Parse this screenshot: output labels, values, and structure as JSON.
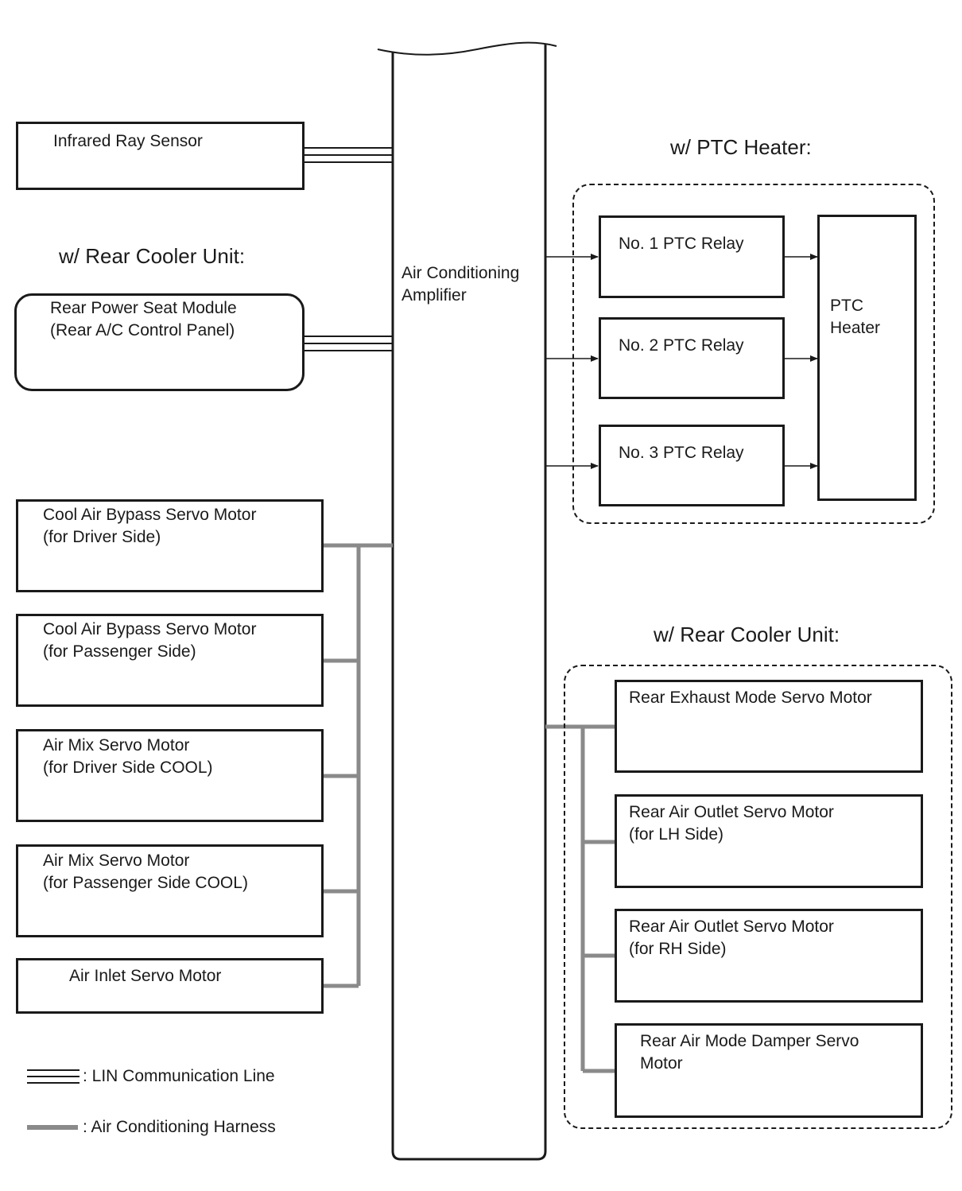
{
  "amplifier": {
    "label": "Air Conditioning\nAmplifier"
  },
  "left": {
    "infrared_sensor": "Infrared Ray Sensor",
    "rear_cooler_heading": "w/ Rear Cooler Unit:",
    "rear_power_seat": "Rear Power Seat Module\n(Rear A/C Control Panel)",
    "servos": [
      {
        "label": "Cool Air Bypass Servo Motor\n(for Driver Side)"
      },
      {
        "label": "Cool Air Bypass Servo Motor\n(for Passenger Side)"
      },
      {
        "label": "Air Mix Servo Motor\n(for Driver Side COOL)"
      },
      {
        "label": "Air Mix Servo Motor\n(for Passenger Side COOL)"
      },
      {
        "label": "Air Inlet Servo Motor"
      }
    ]
  },
  "ptc": {
    "heading": "w/ PTC Heater:",
    "relays": [
      "No. 1 PTC Relay",
      "No. 2 PTC Relay",
      "No. 3 PTC Relay"
    ],
    "heater": "PTC\nHeater"
  },
  "rear_cooler": {
    "heading": "w/ Rear Cooler Unit:",
    "servos": [
      {
        "label": "Rear Exhaust Mode Servo Motor"
      },
      {
        "label": "Rear Air Outlet Servo Motor\n(for LH Side)"
      },
      {
        "label": "Rear Air Outlet Servo Motor\n(for RH Side)"
      },
      {
        "label": "Rear Air Mode Damper Servo\nMotor"
      }
    ]
  },
  "legend": {
    "lin": ": LIN Communication Line",
    "harness": ": Air Conditioning Harness"
  },
  "colors": {
    "line": "#1a1a1a",
    "harness": "#8a8a8a"
  }
}
